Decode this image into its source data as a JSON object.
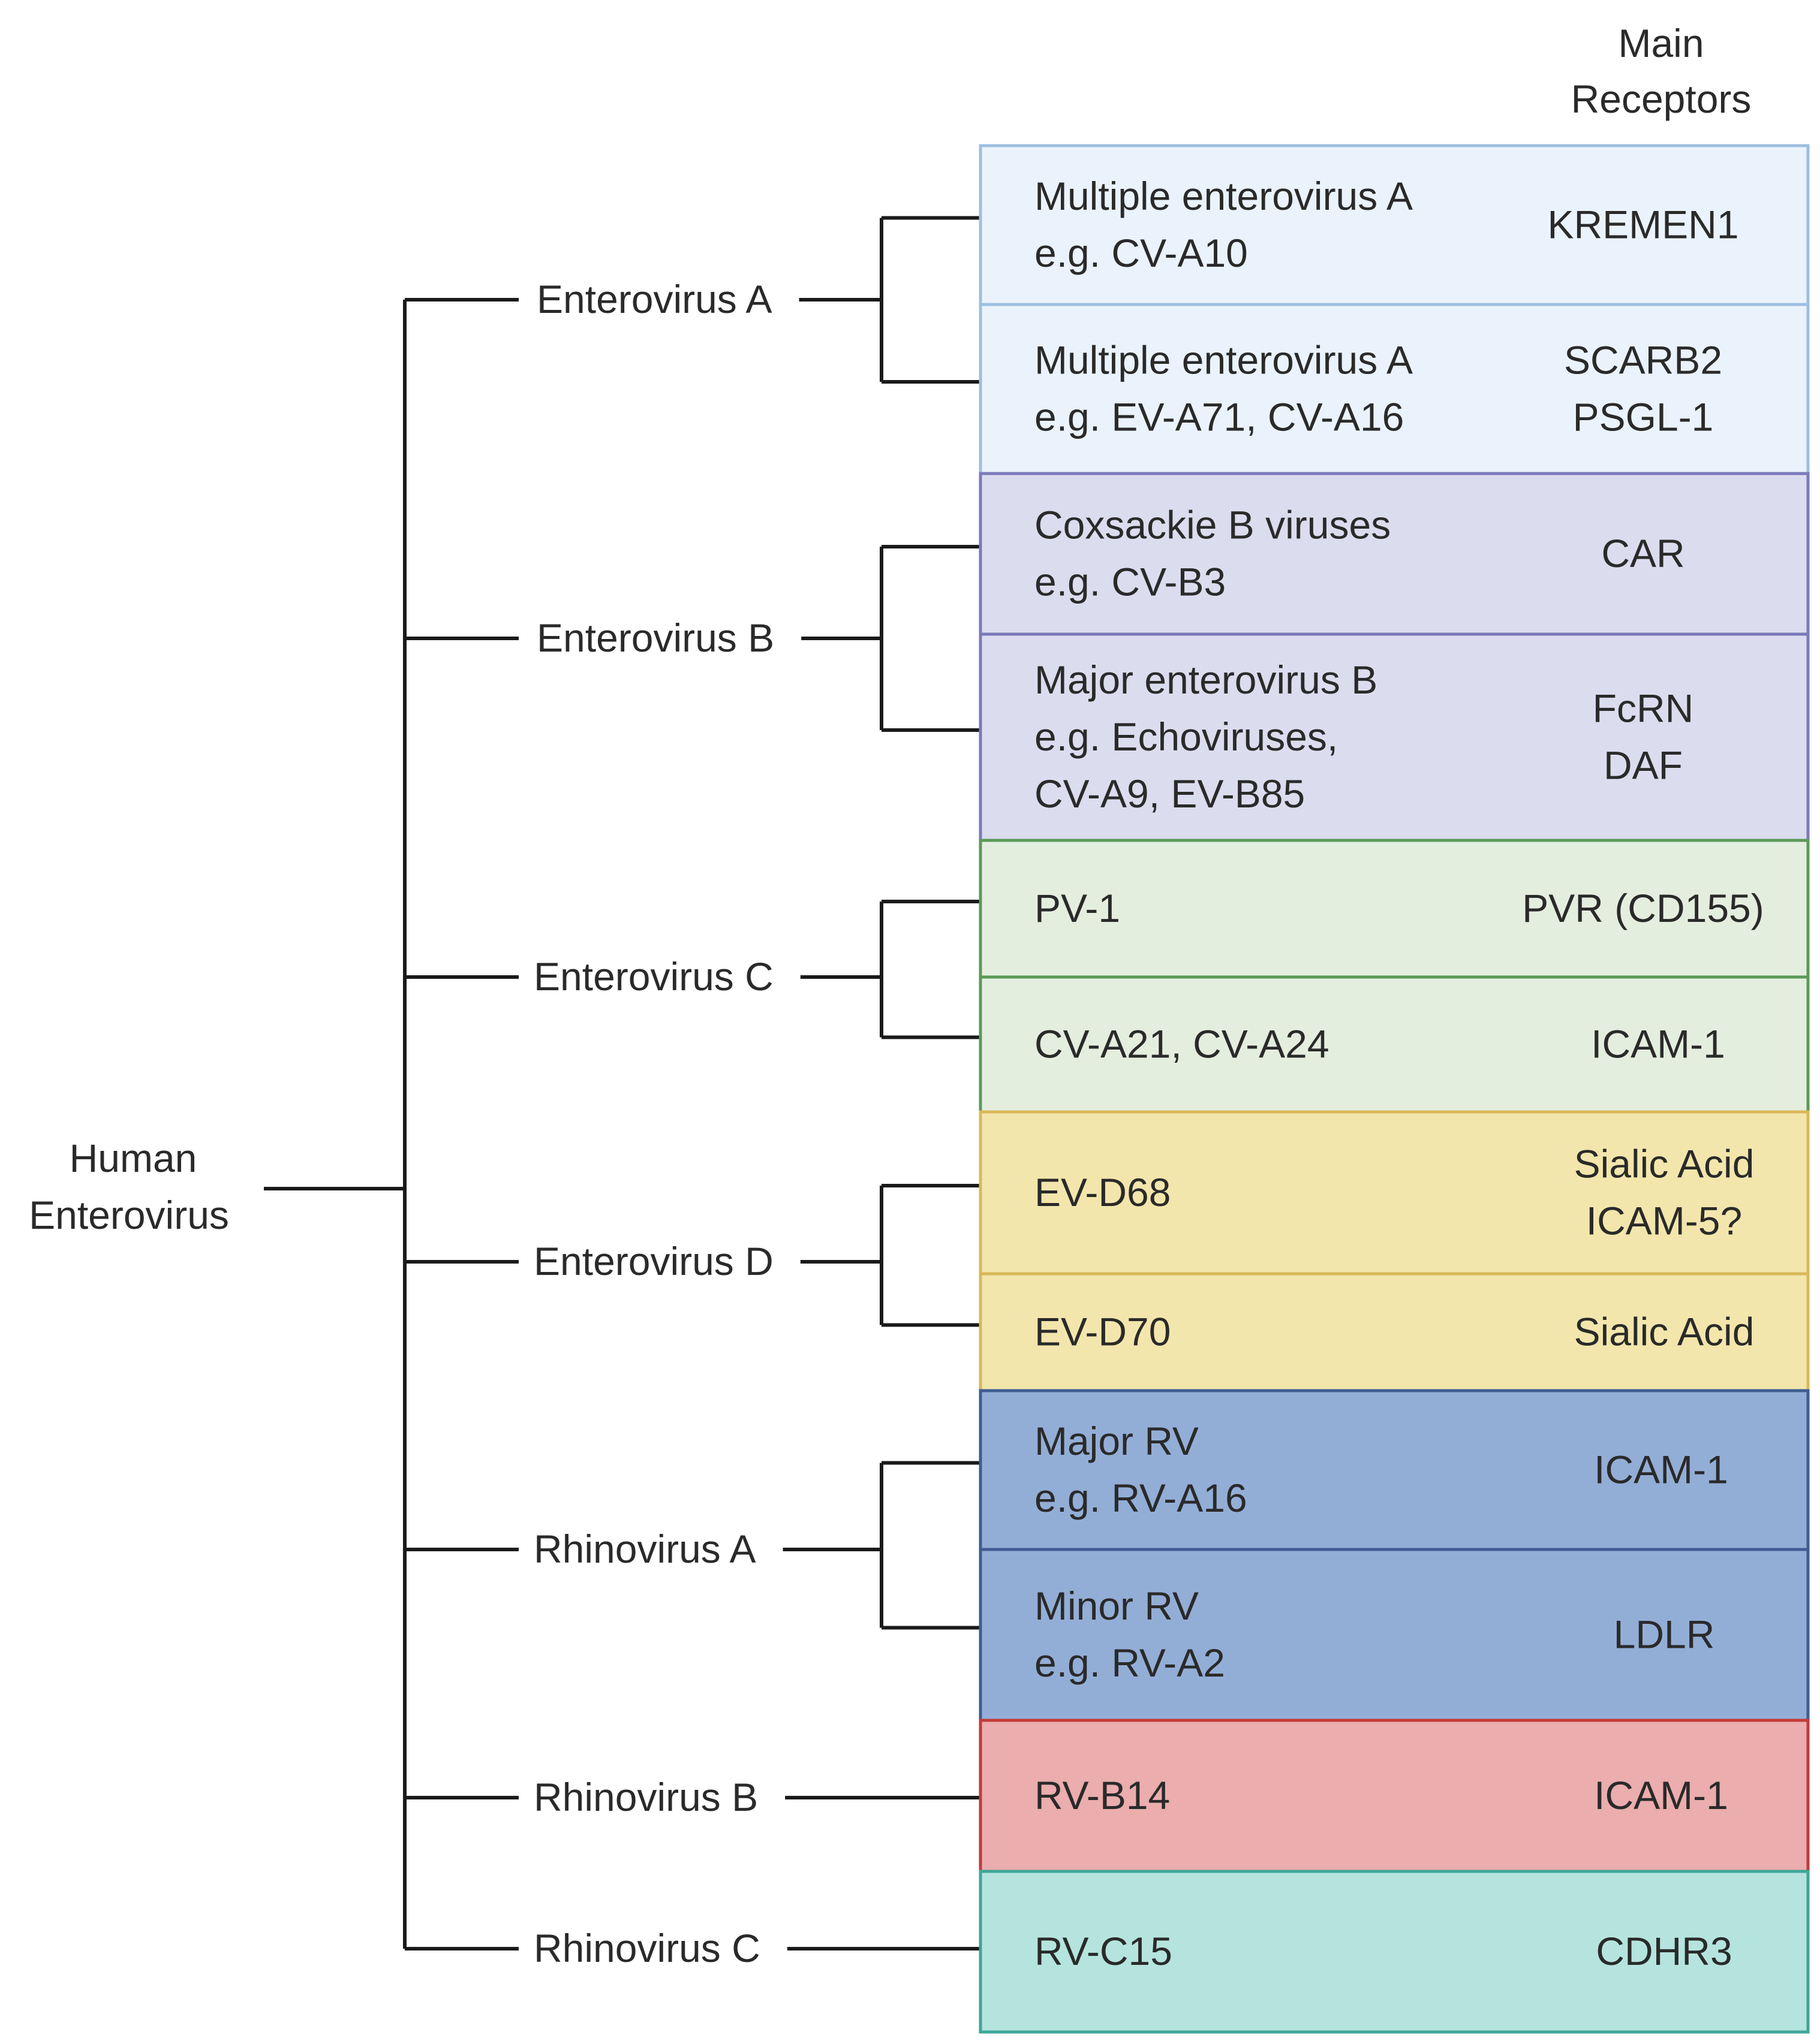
{
  "header": {
    "title_line1": "Main",
    "title_line2": "Receptors"
  },
  "root": {
    "label_line1": "Human",
    "label_line2": "Enterovirus"
  },
  "groups": [
    {
      "label": "Enterovirus A"
    },
    {
      "label": "Enterovirus B"
    },
    {
      "label": "Enterovirus C"
    },
    {
      "label": "Enterovirus D"
    },
    {
      "label": "Rhinovirus A"
    },
    {
      "label": "Rhinovirus B"
    },
    {
      "label": "Rhinovirus C"
    }
  ],
  "rows": [
    {
      "group": 0,
      "fill": "#eaf3fc",
      "stroke": "#9dbfe0",
      "virus": [
        "Multiple enterovirus A",
        "e.g. CV-A10"
      ],
      "receptor": [
        "KREMEN1"
      ]
    },
    {
      "group": 0,
      "fill": "#eaf3fc",
      "stroke": "#9dbfe0",
      "virus": [
        "Multiple enterovirus A",
        "e.g. EV-A71, CV-A16"
      ],
      "receptor": [
        "SCARB2",
        "PSGL-1"
      ]
    },
    {
      "group": 1,
      "fill": "#dcdcef",
      "stroke": "#7a7ab8",
      "virus": [
        "Coxsackie B viruses",
        "e.g. CV-B3"
      ],
      "receptor": [
        "CAR"
      ]
    },
    {
      "group": 1,
      "fill": "#dcdcef",
      "stroke": "#7a7ab8",
      "virus": [
        "Major enterovirus B",
        "e.g. Echoviruses,",
        "CV-A9, EV-B85"
      ],
      "receptor": [
        "FcRN",
        "DAF"
      ]
    },
    {
      "group": 2,
      "fill": "#e4eedf",
      "stroke": "#5a9a55",
      "virus": [
        "PV-1"
      ],
      "receptor": [
        "PVR (CD155)"
      ]
    },
    {
      "group": 2,
      "fill": "#e4eedf",
      "stroke": "#5a9a55",
      "virus": [
        "CV-A21, CV-A24"
      ],
      "receptor": [
        "ICAM-1"
      ]
    },
    {
      "group": 3,
      "fill": "#f3e6ac",
      "stroke": "#d9b858",
      "virus": [
        "EV-D68"
      ],
      "receptor": [
        "Sialic Acid",
        "ICAM-5?"
      ]
    },
    {
      "group": 3,
      "fill": "#f3e6ac",
      "stroke": "#d9b858",
      "virus": [
        "EV-D70"
      ],
      "receptor": [
        "Sialic Acid"
      ]
    },
    {
      "group": 4,
      "fill": "#93aed6",
      "stroke": "#3f5c93",
      "virus": [
        "Major RV",
        "e.g. RV-A16"
      ],
      "receptor": [
        "ICAM-1"
      ]
    },
    {
      "group": 4,
      "fill": "#93aed6",
      "stroke": "#3f5c93",
      "virus": [
        "Minor RV",
        "e.g. RV-A2"
      ],
      "receptor": [
        "LDLR"
      ]
    },
    {
      "group": 5,
      "fill": "#ebadad",
      "stroke": "#c23b3b",
      "virus": [
        "RV-B14"
      ],
      "receptor": [
        "ICAM-1"
      ]
    },
    {
      "group": 6,
      "fill": "#b5e4de",
      "stroke": "#3fa597",
      "virus": [
        "RV-C15"
      ],
      "receptor": [
        "CDHR3"
      ]
    }
  ]
}
